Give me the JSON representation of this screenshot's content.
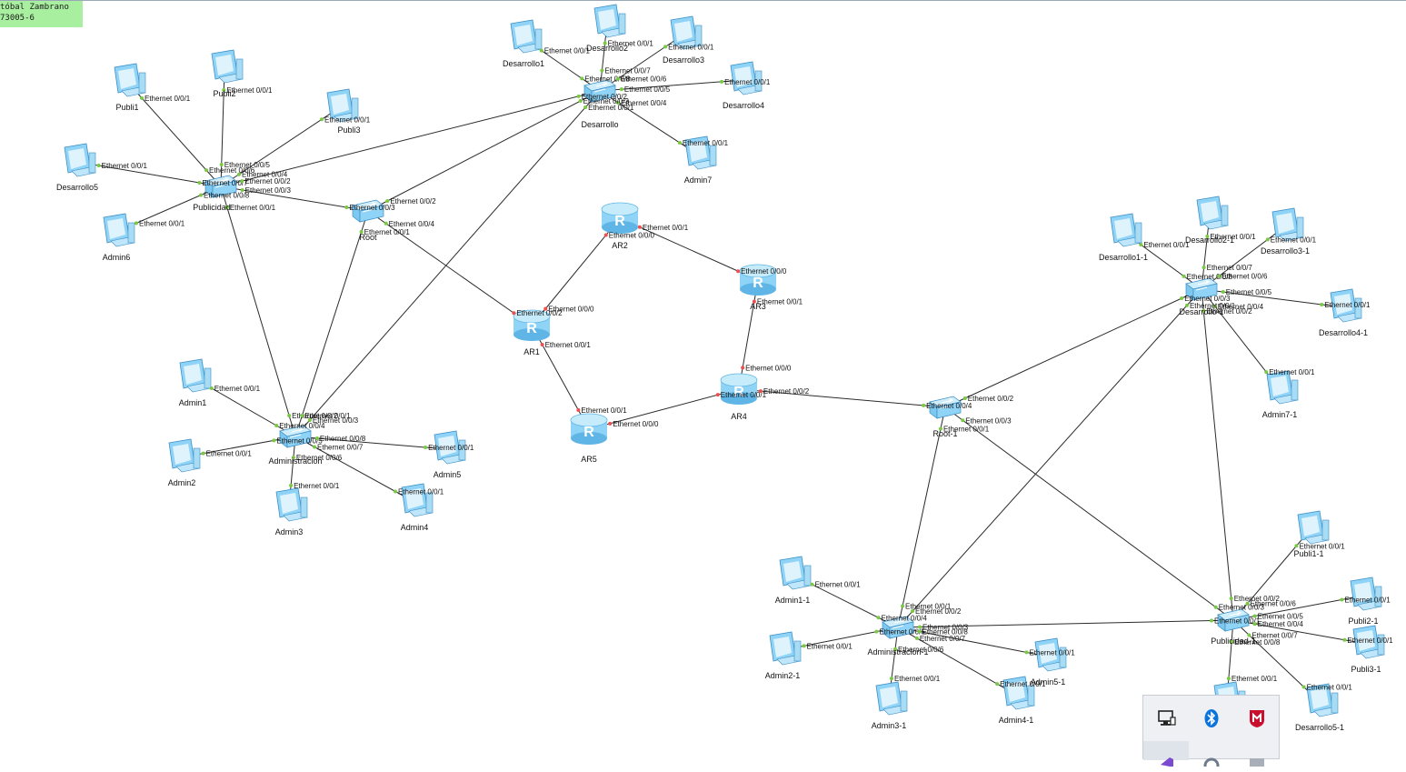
{
  "author": {
    "line1": "tóbal Zambrano",
    "line2": "73005-6"
  },
  "colors": {
    "link": "#2b2b2b",
    "port_dot_switch": "#7ac943",
    "port_dot_router": "#ef4f4f",
    "label": "#111111",
    "device_fill": "#8fd3f6"
  },
  "devices": [
    {
      "id": "publicidad",
      "type": "switch",
      "label": "Publicidad"
    },
    {
      "id": "desarrollo",
      "type": "switch",
      "label": "Desarrollo"
    },
    {
      "id": "root",
      "type": "switch",
      "label": "Root"
    },
    {
      "id": "administracion",
      "type": "switch",
      "label": "Administracion"
    },
    {
      "id": "publi1",
      "type": "pc",
      "label": "Publi1"
    },
    {
      "id": "publi2",
      "type": "pc",
      "label": "Publi2"
    },
    {
      "id": "publi3",
      "type": "pc",
      "label": "Publi3"
    },
    {
      "id": "desarrollo5",
      "type": "pc",
      "label": "Desarrollo5"
    },
    {
      "id": "admin6",
      "type": "pc",
      "label": "Admin6"
    },
    {
      "id": "desarrollo1",
      "type": "pc",
      "label": "Desarrollo1"
    },
    {
      "id": "desarrollo2",
      "type": "pc",
      "label": "Desarrollo2"
    },
    {
      "id": "desarrollo3",
      "type": "pc",
      "label": "Desarrollo3"
    },
    {
      "id": "desarrollo4",
      "type": "pc",
      "label": "Desarrollo4"
    },
    {
      "id": "admin7",
      "type": "pc",
      "label": "Admin7"
    },
    {
      "id": "admin1",
      "type": "pc",
      "label": "Admin1"
    },
    {
      "id": "admin2",
      "type": "pc",
      "label": "Admin2"
    },
    {
      "id": "admin3",
      "type": "pc",
      "label": "Admin3"
    },
    {
      "id": "admin4",
      "type": "pc",
      "label": "Admin4"
    },
    {
      "id": "admin5",
      "type": "pc",
      "label": "Admin5"
    },
    {
      "id": "ar1",
      "type": "router",
      "label": "AR1"
    },
    {
      "id": "ar2",
      "type": "router",
      "label": "AR2"
    },
    {
      "id": "ar3",
      "type": "router",
      "label": "AR3"
    },
    {
      "id": "ar4",
      "type": "router",
      "label": "AR4"
    },
    {
      "id": "ar5",
      "type": "router",
      "label": "AR5"
    },
    {
      "id": "root1",
      "type": "switch",
      "label": "Root-1"
    },
    {
      "id": "desarrollo_1",
      "type": "switch",
      "label": "Desarrollo-1"
    },
    {
      "id": "administracion1",
      "type": "switch",
      "label": "Administracion-1"
    },
    {
      "id": "publicidad1",
      "type": "switch",
      "label": "Publicidad-1"
    },
    {
      "id": "desarrollo1_1",
      "type": "pc",
      "label": "Desarrollo1-1"
    },
    {
      "id": "desarrollo2_1",
      "type": "pc",
      "label": "Desarrollo2-1"
    },
    {
      "id": "desarrollo3_1",
      "type": "pc",
      "label": "Desarrollo3-1"
    },
    {
      "id": "desarrollo4_1",
      "type": "pc",
      "label": "Desarrollo4-1"
    },
    {
      "id": "admin7_1",
      "type": "pc",
      "label": "Admin7-1"
    },
    {
      "id": "admin1_1",
      "type": "pc",
      "label": "Admin1-1"
    },
    {
      "id": "admin2_1",
      "type": "pc",
      "label": "Admin2-1"
    },
    {
      "id": "admin3_1",
      "type": "pc",
      "label": "Admin3-1"
    },
    {
      "id": "admin4_1",
      "type": "pc",
      "label": "Admin4-1"
    },
    {
      "id": "admin5_1",
      "type": "pc",
      "label": "Admin5-1"
    },
    {
      "id": "publi1_1",
      "type": "pc",
      "label": "Publi1-1"
    },
    {
      "id": "publi2_1",
      "type": "pc",
      "label": "Publi2-1"
    },
    {
      "id": "publi3_1",
      "type": "pc",
      "label": "Publi3-1"
    },
    {
      "id": "desarrollo5_1",
      "type": "pc",
      "label": "Desarrollo5-1"
    },
    {
      "id": "admin6_1",
      "type": "pc",
      "label": ""
    }
  ],
  "links": [
    {
      "a": "publicidad",
      "b": "publi1",
      "pa": "Ethernet 0/0/6",
      "pb": "Ethernet 0/0/1"
    },
    {
      "a": "publicidad",
      "b": "publi2",
      "pa": "Ethernet 0/0/5",
      "pb": "Ethernet 0/0/1"
    },
    {
      "a": "publicidad",
      "b": "publi3",
      "pa": "Ethernet 0/0/4",
      "pb": "Ethernet 0/0/1"
    },
    {
      "a": "publicidad",
      "b": "desarrollo5",
      "pa": "Ethernet 0/0/7",
      "pb": "Ethernet 0/0/1"
    },
    {
      "a": "publicidad",
      "b": "admin6",
      "pa": "Ethernet 0/0/8",
      "pb": "Ethernet 0/0/1"
    },
    {
      "a": "publicidad",
      "b": "desarrollo",
      "pa": "Ethernet 0/0/2",
      "pb": "Ethernet 0/0/2"
    },
    {
      "a": "publicidad",
      "b": "root",
      "pa": "Ethernet 0/0/3",
      "pb": "Ethernet 0/0/3"
    },
    {
      "a": "publicidad",
      "b": "administracion",
      "pa": "Ethernet 0/0/1",
      "pb": "Ethernet 0/0/2"
    },
    {
      "a": "desarrollo",
      "b": "desarrollo1",
      "pa": "Ethernet 0/0/8",
      "pb": "Ethernet 0/0/1"
    },
    {
      "a": "desarrollo",
      "b": "desarrollo2",
      "pa": "Ethernet 0/0/7",
      "pb": "Ethernet 0/0/1"
    },
    {
      "a": "desarrollo",
      "b": "desarrollo3",
      "pa": "Ethernet 0/0/6",
      "pb": "Ethernet 0/0/1"
    },
    {
      "a": "desarrollo",
      "b": "desarrollo4",
      "pa": "Ethernet 0/0/5",
      "pb": "Ethernet 0/0/1"
    },
    {
      "a": "desarrollo",
      "b": "admin7",
      "pa": "Ethernet 0/0/4",
      "pb": "Ethernet 0/0/1"
    },
    {
      "a": "desarrollo",
      "b": "root",
      "pa": "Ethernet 0/0/3",
      "pb": "Ethernet 0/0/2"
    },
    {
      "a": "desarrollo",
      "b": "administracion",
      "pa": "Ethernet 0/0/1",
      "pb": "Ethernet 0/0/3"
    },
    {
      "a": "root",
      "b": "administracion",
      "pa": "Ethernet 0/0/1",
      "pb": "Ethernet 0/0/1"
    },
    {
      "a": "root",
      "b": "ar1",
      "pa": "Ethernet 0/0/4",
      "pb": "Ethernet 0/0/2"
    },
    {
      "a": "administracion",
      "b": "admin1",
      "pa": "Ethernet 0/0/4",
      "pb": "Ethernet 0/0/1"
    },
    {
      "a": "administracion",
      "b": "admin2",
      "pa": "Ethernet 0/0/5",
      "pb": "Ethernet 0/0/1"
    },
    {
      "a": "administracion",
      "b": "admin3",
      "pa": "Ethernet 0/0/6",
      "pb": "Ethernet 0/0/1"
    },
    {
      "a": "administracion",
      "b": "admin4",
      "pa": "Ethernet 0/0/7",
      "pb": "Ethernet 0/0/1"
    },
    {
      "a": "administracion",
      "b": "admin5",
      "pa": "Ethernet 0/0/8",
      "pb": "Ethernet 0/0/1"
    },
    {
      "a": "ar1",
      "b": "ar2",
      "pa": "Ethernet 0/0/0",
      "pb": "Ethernet 0/0/0"
    },
    {
      "a": "ar2",
      "b": "ar3",
      "pa": "Ethernet 0/0/1",
      "pb": "Ethernet 0/0/0"
    },
    {
      "a": "ar3",
      "b": "ar4",
      "pa": "Ethernet 0/0/1",
      "pb": "Ethernet 0/0/0"
    },
    {
      "a": "ar1",
      "b": "ar5",
      "pa": "Ethernet 0/0/1",
      "pb": "Ethernet 0/0/1"
    },
    {
      "a": "ar5",
      "b": "ar4",
      "pa": "Ethernet 0/0/0",
      "pb": "Ethernet 0/0/1"
    },
    {
      "a": "ar4",
      "b": "root1",
      "pa": "Ethernet 0/0/2",
      "pb": "Ethernet 0/0/4"
    },
    {
      "a": "root1",
      "b": "desarrollo_1",
      "pa": "Ethernet 0/0/2",
      "pb": "Ethernet 0/0/3"
    },
    {
      "a": "root1",
      "b": "administracion1",
      "pa": "Ethernet 0/0/1",
      "pb": "Ethernet 0/0/1"
    },
    {
      "a": "root1",
      "b": "publicidad1",
      "pa": "Ethernet 0/0/3",
      "pb": "Ethernet 0/0/3"
    },
    {
      "a": "desarrollo_1",
      "b": "desarrollo1_1",
      "pa": "Ethernet 0/0/8",
      "pb": "Ethernet 0/0/1"
    },
    {
      "a": "desarrollo_1",
      "b": "desarrollo2_1",
      "pa": "Ethernet 0/0/7",
      "pb": "Ethernet 0/0/1"
    },
    {
      "a": "desarrollo_1",
      "b": "desarrollo3_1",
      "pa": "Ethernet 0/0/6",
      "pb": "Ethernet 0/0/1"
    },
    {
      "a": "desarrollo_1",
      "b": "desarrollo4_1",
      "pa": "Ethernet 0/0/5",
      "pb": "Ethernet 0/0/1"
    },
    {
      "a": "desarrollo_1",
      "b": "admin7_1",
      "pa": "Ethernet 0/0/4",
      "pb": "Ethernet 0/0/1"
    },
    {
      "a": "desarrollo_1",
      "b": "administracion1",
      "pa": "Ethernet 0/0/1",
      "pb": "Ethernet 0/0/2"
    },
    {
      "a": "desarrollo_1",
      "b": "publicidad1",
      "pa": "Ethernet 0/0/2",
      "pb": "Ethernet 0/0/2"
    },
    {
      "a": "administracion1",
      "b": "admin1_1",
      "pa": "Ethernet 0/0/4",
      "pb": "Ethernet 0/0/1"
    },
    {
      "a": "administracion1",
      "b": "admin2_1",
      "pa": "Ethernet 0/0/5",
      "pb": "Ethernet 0/0/1"
    },
    {
      "a": "administracion1",
      "b": "admin3_1",
      "pa": "Ethernet 0/0/6",
      "pb": "Ethernet 0/0/1"
    },
    {
      "a": "administracion1",
      "b": "admin4_1",
      "pa": "Ethernet 0/0/7",
      "pb": "Ethernet 0/0/1"
    },
    {
      "a": "administracion1",
      "b": "admin5_1",
      "pa": "Ethernet 0/0/8",
      "pb": "Ethernet 0/0/1"
    },
    {
      "a": "administracion1",
      "b": "publicidad1",
      "pa": "Ethernet 0/0/3",
      "pb": "Ethernet 0/0/1"
    },
    {
      "a": "publicidad1",
      "b": "publi1_1",
      "pa": "Ethernet 0/0/6",
      "pb": "Ethernet 0/0/1"
    },
    {
      "a": "publicidad1",
      "b": "publi2_1",
      "pa": "Ethernet 0/0/5",
      "pb": "Ethernet 0/0/1"
    },
    {
      "a": "publicidad1",
      "b": "publi3_1",
      "pa": "Ethernet 0/0/4",
      "pb": "Ethernet 0/0/1"
    },
    {
      "a": "publicidad1",
      "b": "desarrollo5_1",
      "pa": "Ethernet 0/0/7",
      "pb": "Ethernet 0/0/1"
    },
    {
      "a": "publicidad1",
      "b": "admin6_1",
      "pa": "Ethernet 0/0/8",
      "pb": "Ethernet 0/0/1"
    }
  ],
  "tray": {
    "icons": [
      "network-icon",
      "bluetooth-icon",
      "mcafee-icon",
      "visual-studio-icon",
      "search-icon",
      "app-icon"
    ]
  }
}
